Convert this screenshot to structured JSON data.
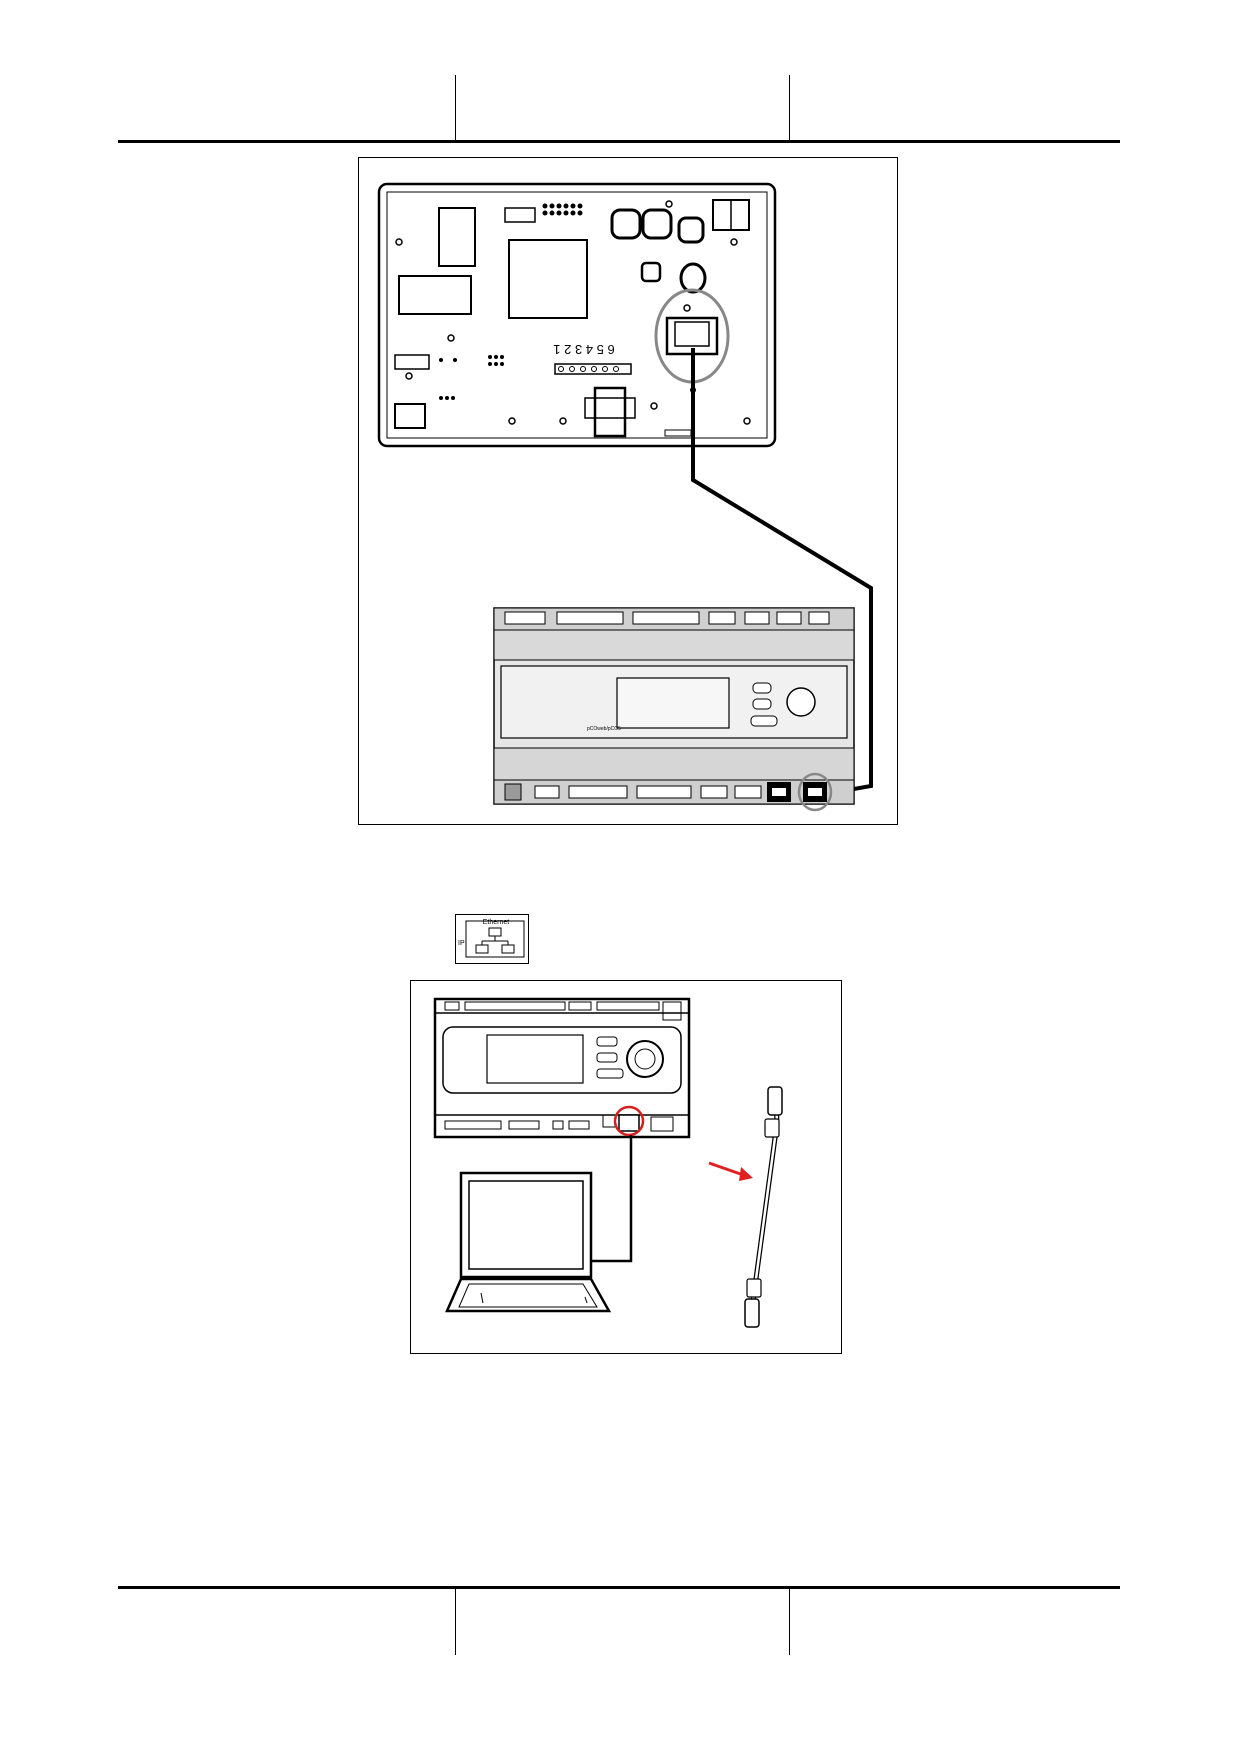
{
  "figure1": {
    "pin_numbers": "6 5 4 3 2 1",
    "highlight_color": "#888888",
    "controller_brand": "pCOweb/pCO5"
  },
  "icon": {
    "label": "Ethernet",
    "side_label": "IP"
  },
  "figure2": {
    "highlight_color": "#d62020",
    "arrow_color": "#e02020"
  }
}
